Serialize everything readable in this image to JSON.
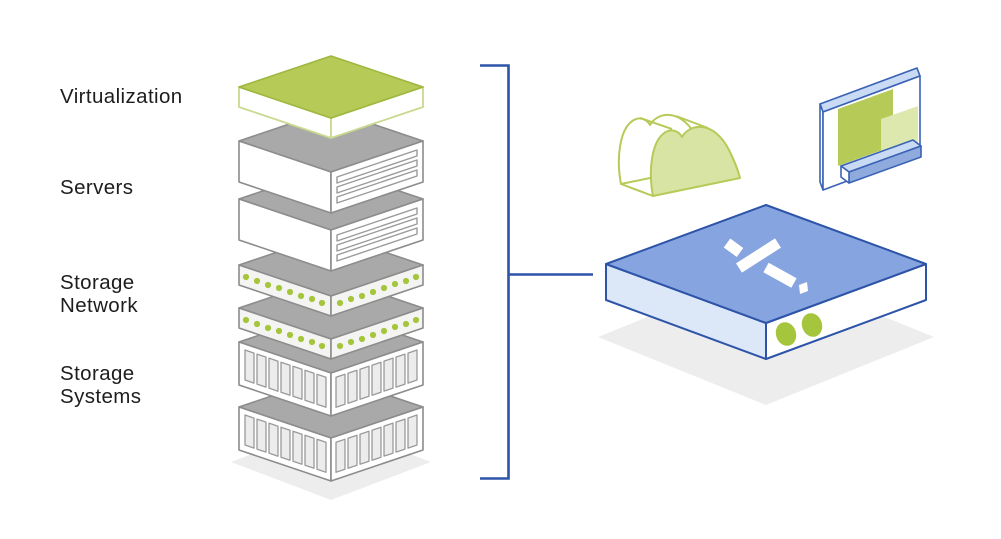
{
  "diagram": {
    "stack": {
      "labels": [
        {
          "id": "virtualization",
          "text": "Virtualization"
        },
        {
          "id": "servers",
          "text": "Servers"
        },
        {
          "id": "storage-network",
          "text": "Storage\nNetwork"
        },
        {
          "id": "storage-systems",
          "text": "Storage\nSystems"
        }
      ],
      "layer_counts": {
        "virtualization": 1,
        "servers": 2,
        "storage_network": 2,
        "storage_systems": 2
      }
    },
    "appliance": {
      "logo_text": "X.",
      "led_count": 2
    },
    "icons": [
      {
        "name": "cloud-icon"
      },
      {
        "name": "monitor-icon"
      },
      {
        "name": "nutanix-x-logo"
      }
    ]
  },
  "colors": {
    "text": "#1d1d1d",
    "lime": "#b6ca58",
    "lime_border": "#9eb73e",
    "lime_light": "#c8da8e",
    "cloud_fill": "#d8e4a4",
    "screen_green_light": "#dce8ae",
    "dot_green": "#a5c63c",
    "gray_top": "#a9a9a9",
    "gray_border": "#8c8c8c",
    "slot_border": "#9a9a9a",
    "slot_fill": "#ececec",
    "panel_white": "#ffffff",
    "panel_light": "#f4f4f2",
    "shadow": "#ededed",
    "blue_top": "#85a4e0",
    "blue_left": "#dce7f8",
    "blue_mid": "#8fabde",
    "blue_band": "#c9daf5",
    "blue_border": "#2d54a8",
    "monitor_border": "#3a62b5",
    "bracket": "#2d54a8",
    "logo_white": "#ffffff"
  }
}
